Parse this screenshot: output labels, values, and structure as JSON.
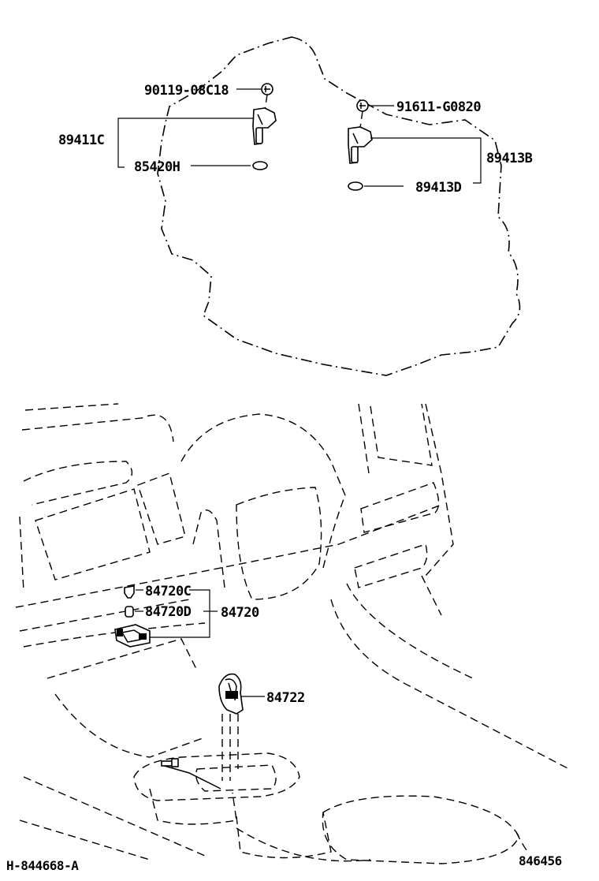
{
  "diagram": {
    "parts": {
      "bolt_top_left": "90119-08C18",
      "sensor_left": "89411C",
      "oring_left": "85420H",
      "bolt_top_right": "91611-G0820",
      "sensor_right": "89413B",
      "oring_right": "89413D",
      "clip_c": "84720C",
      "clip_d": "84720D",
      "switch_assy": "84720",
      "shift_knob": "84722"
    },
    "footer": {
      "left_code": "H-844668-A",
      "right_code": "846456"
    }
  }
}
